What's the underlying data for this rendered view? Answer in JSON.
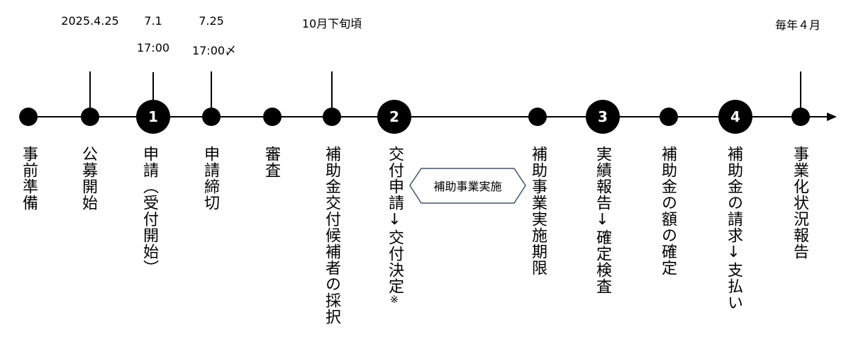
{
  "dates": {
    "open": "2025.4.25",
    "apply_start_date": "7.1",
    "apply_start_time": "17:00",
    "deadline_date": "7.25",
    "deadline_time": "17:00〆",
    "selection": "10月下旬頃",
    "report": "毎年４月"
  },
  "steps": [
    "1",
    "2",
    "3",
    "4"
  ],
  "labels": {
    "prep": "事前準備",
    "open": "公募開始",
    "apply": "申請（受付開始）",
    "deadline": "申請締切",
    "review": "審査",
    "selection": "補助金交付候補者の採択",
    "grant_a": "交付申請",
    "grant_arrow": "↓",
    "grant_b": "交付決定",
    "grant_note": "※",
    "period_end": "補助事業実施期限",
    "report_a": "実績報告",
    "report_arrow": "↓",
    "report_b": "確定検査",
    "amount": "補助金の額の確定",
    "claim_a": "補助金の請求",
    "claim_arrow": "↓",
    "claim_b": "支払い",
    "status": "事業化状況報告"
  },
  "implementation_label": "補助事業実施"
}
